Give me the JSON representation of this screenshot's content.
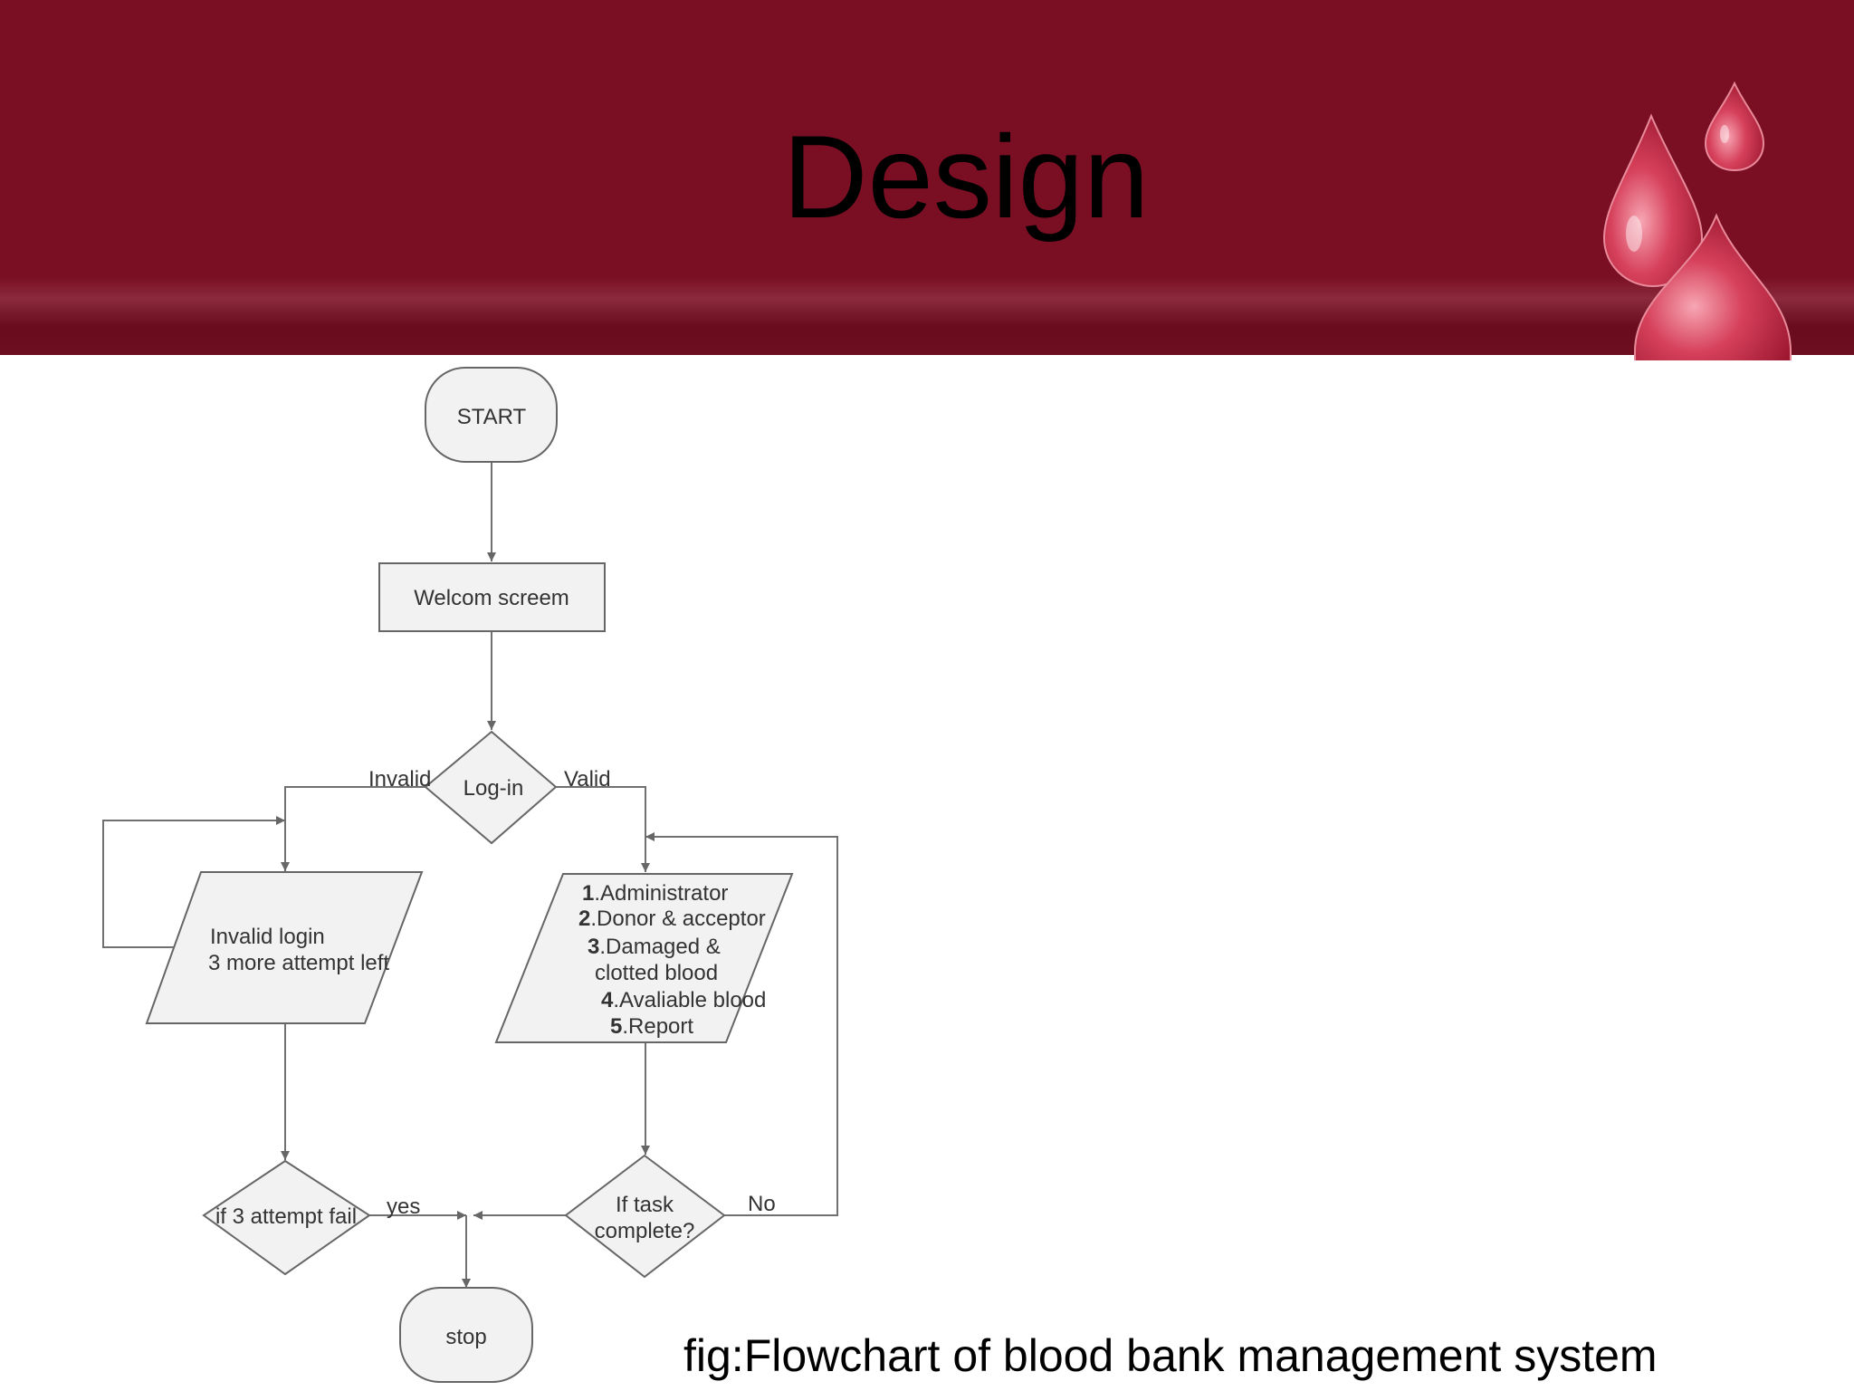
{
  "title": "Design",
  "caption": "fig:Flowchart of blood bank management system",
  "colors": {
    "header": "#7a0f24",
    "drop": "#c8324d",
    "node_fill": "#f2f2f2",
    "node_stroke": "#666666"
  },
  "flowchart": {
    "start": "START",
    "welcome": "Welcom screem",
    "login": "Log-in",
    "invalid_label": "Invalid",
    "valid_label": "Valid",
    "invalid_box": {
      "line1": "Invalid login",
      "line2": "3 more attempt left"
    },
    "menu": [
      {
        "num": "1",
        "text": ".Administrator"
      },
      {
        "num": "2",
        "text": ".Donor & acceptor"
      },
      {
        "num": "3",
        "text": ".Damaged &"
      },
      {
        "num": "",
        "text": "clotted blood"
      },
      {
        "num": "4",
        "text": ".Avaliable blood"
      },
      {
        "num": "5",
        "text": ".Report"
      }
    ],
    "attempt_fail": "if 3 attempt fail",
    "yes_label": "yes",
    "task_complete": {
      "line1": "If task",
      "line2": "complete?"
    },
    "no_label": "No",
    "stop": "stop"
  }
}
